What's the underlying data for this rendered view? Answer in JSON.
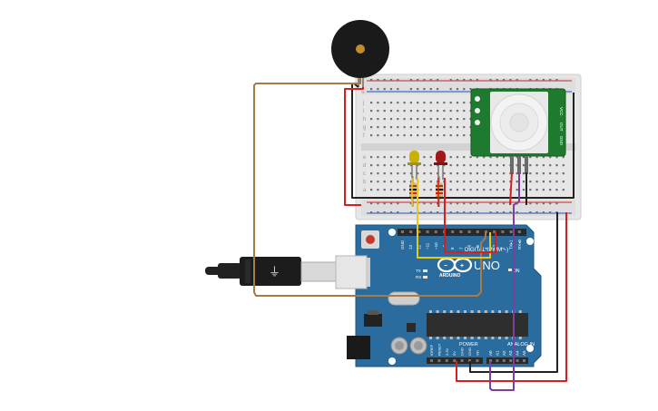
{
  "arduino": {
    "logo": "UNO",
    "brand": "ARDUINO",
    "digital_label": "DIGITAL (PWM ~)",
    "on_label": "ON",
    "tx_label": "TX",
    "rx_label": "RX",
    "power_label": "POWER",
    "analog_label": "ANALOG IN",
    "digital_pins": [
      "GND",
      "13",
      "12",
      "~11",
      "~10",
      "~9",
      "8",
      "7",
      "~6",
      "~5",
      "4",
      "~3",
      "2",
      "TX▸1",
      "RX◂0"
    ],
    "analog_pins": [
      "A0",
      "A1",
      "A2",
      "A3",
      "A4",
      "A5"
    ],
    "power_pins": [
      "IOREF",
      "RESET",
      "3.3V",
      "5V",
      "GND",
      "GND",
      "Vin"
    ],
    "colors": {
      "board": "#2b6c9e",
      "header": "#2a2a2a"
    }
  },
  "pir": {
    "labels": [
      "VCC",
      "OUT",
      "GND"
    ],
    "colors": {
      "board": "#1e7a2e",
      "dome": "#f2f2f2"
    }
  },
  "breadboard": {
    "row_letters_top": [
      "j",
      "i",
      "h",
      "g",
      "f"
    ],
    "row_letters_bottom": [
      "e",
      "d",
      "c",
      "b",
      "a"
    ],
    "rail_plus": "+",
    "rail_minus": "-"
  },
  "components": {
    "buzzer": "piezo-buzzer",
    "led_yellow": "#c8b100",
    "led_red": "#a01818",
    "usb_cable": "usb-b-cable"
  },
  "wire_colors": {
    "red": "#d42020",
    "black": "#222222",
    "brown": "#a87a48",
    "yellow": "#e8c81a",
    "purple": "#7b3fa0"
  }
}
